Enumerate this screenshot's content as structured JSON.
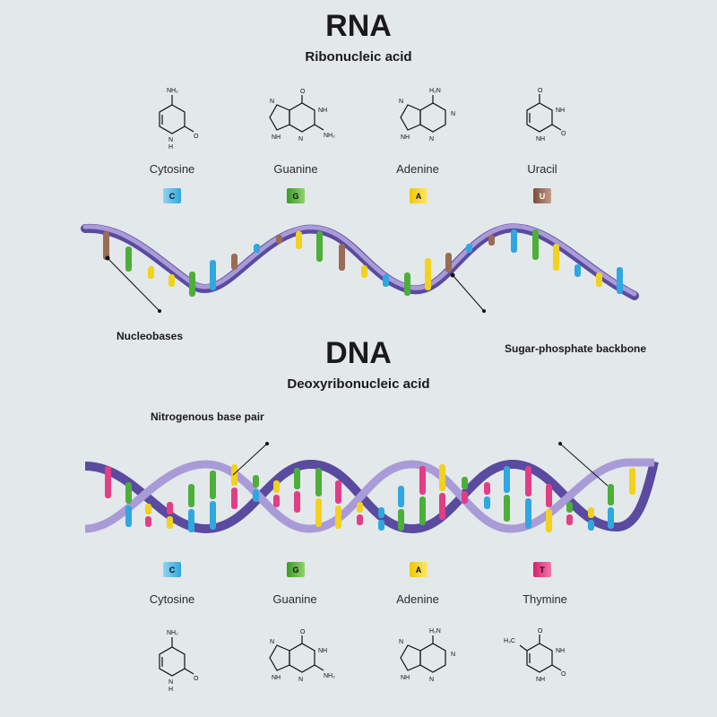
{
  "rna": {
    "title": "RNA",
    "subtitle": "Ribonucleic acid",
    "bases": [
      {
        "name": "Cytosine",
        "letter": "C",
        "color": "#2fa7e0"
      },
      {
        "name": "Guanine",
        "letter": "G",
        "color": "#4caf3a"
      },
      {
        "name": "Adenine",
        "letter": "A",
        "color": "#f2d21c"
      },
      {
        "name": "Uracil",
        "letter": "U",
        "color": "#9a6b55"
      }
    ],
    "labels": {
      "nucleobases": "Nucleobases",
      "backbone": "Sugar-phosphate backbone"
    }
  },
  "dna": {
    "title": "DNA",
    "subtitle": "Deoxyribonucleic acid",
    "bases": [
      {
        "name": "Cytosine",
        "letter": "C",
        "color": "#2fa7e0"
      },
      {
        "name": "Guanine",
        "letter": "G",
        "color": "#4caf3a"
      },
      {
        "name": "Adenine",
        "letter": "A",
        "color": "#f2d21c"
      },
      {
        "name": "Thymine",
        "letter": "T",
        "color": "#e33d86"
      }
    ],
    "labels": {
      "base_pair": "Nitrogenous base pair"
    }
  },
  "structure_labels": {
    "nh2": "NH₂",
    "o": "O",
    "nh": "NH",
    "n": "N",
    "h": "H",
    "h3c": "H₃C",
    "h2n": "H₂N"
  },
  "colors": {
    "background": "#e3e8ea",
    "backbone_dark": "#5a4aa0",
    "backbone_light": "#a99bd8",
    "cytosine": "#2fa7e0",
    "guanine": "#4caf3a",
    "adenine": "#f2d21c",
    "uracil": "#9a6b55",
    "thymine": "#e33d86"
  }
}
